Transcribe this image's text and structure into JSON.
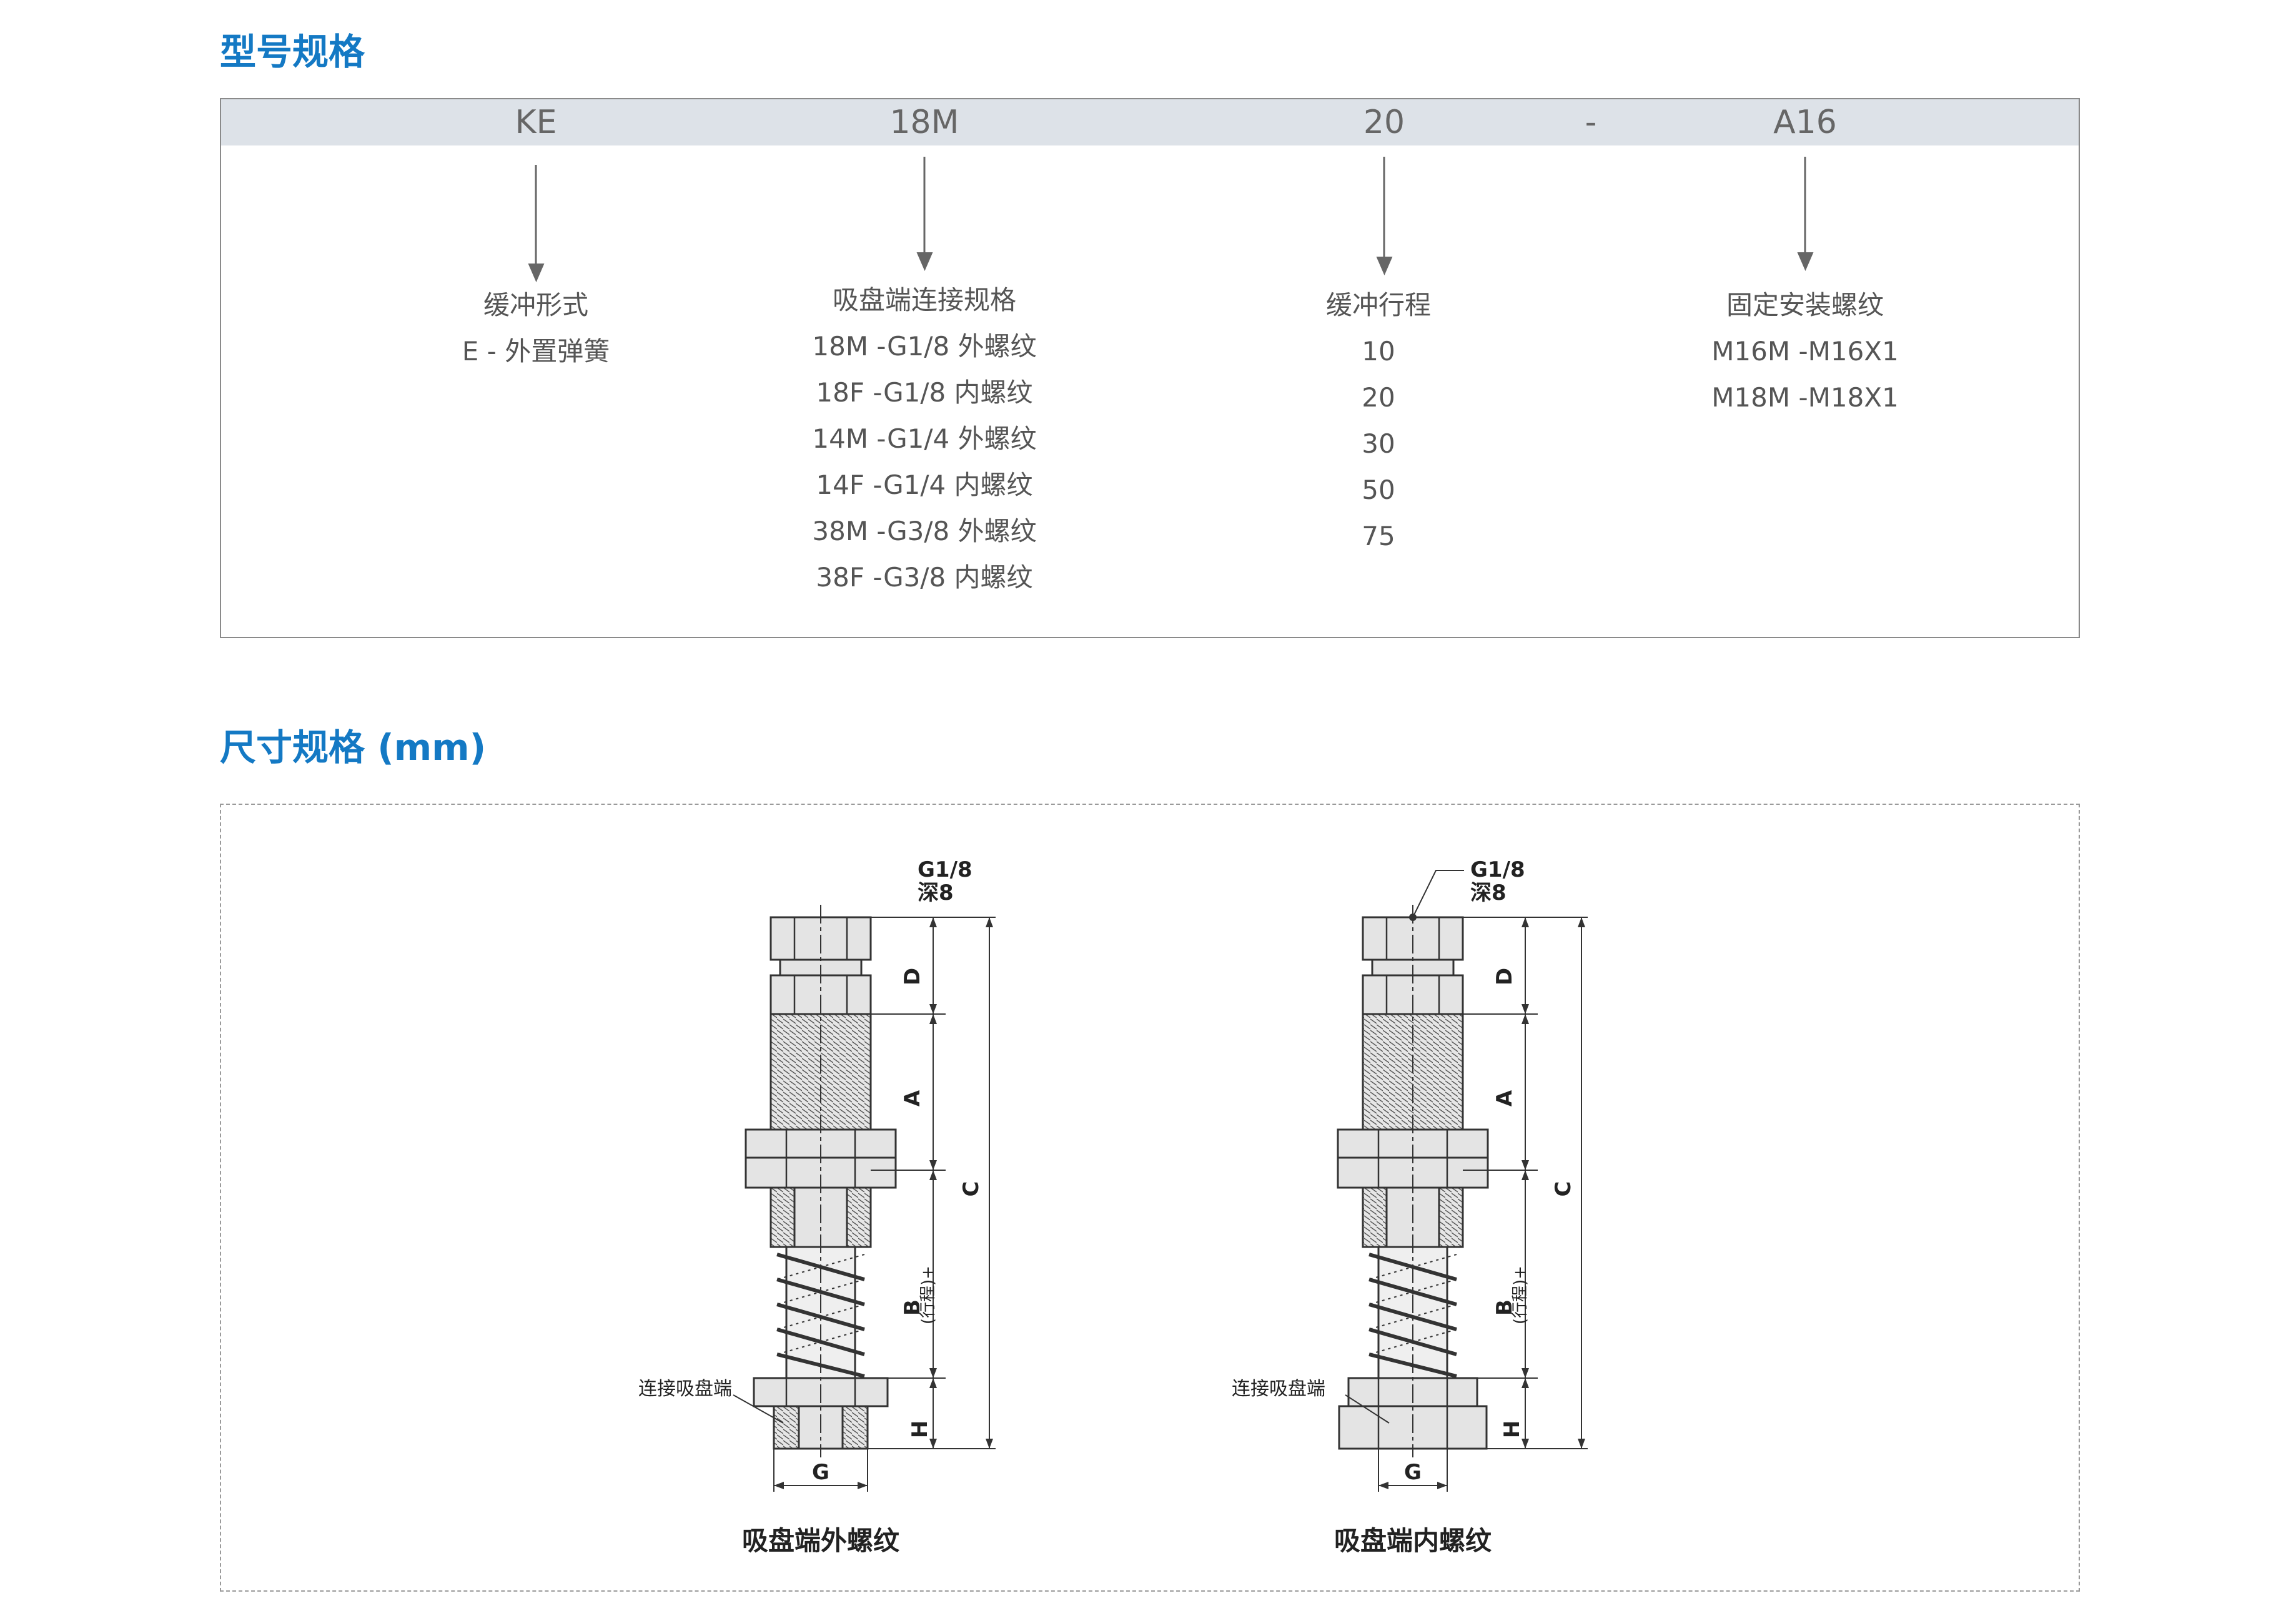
{
  "sections": {
    "model_title": "型号规格",
    "dimension_title": "尺寸规格 (mm)"
  },
  "model_code": {
    "parts": [
      "KE",
      "18M",
      "20",
      "-",
      "A16"
    ]
  },
  "columns": {
    "buffer_type": {
      "title": "缓冲形式",
      "items": [
        "E - 外置弹簧"
      ]
    },
    "connection": {
      "title": "吸盘端连接规格",
      "items": [
        "18M -G1/8 外螺纹",
        "18F -G1/8 内螺纹",
        "14M -G1/4 外螺纹",
        "14F -G1/4 内螺纹",
        "38M -G3/8 外螺纹",
        "38F -G3/8 内螺纹"
      ]
    },
    "stroke": {
      "title": "缓冲行程",
      "items": [
        "10",
        "20",
        "30",
        "50",
        "75"
      ]
    },
    "thread": {
      "title": "固定安装螺纹",
      "items": [
        "M16M -M16X1",
        "M18M -M18X1"
      ]
    }
  },
  "drawings": {
    "left": {
      "caption": "吸盘端外螺纹",
      "port_label_1": "G1/8",
      "port_label_2": "深8",
      "connect_label": "连接吸盘端",
      "dims": {
        "D": "D",
        "A": "A",
        "C": "C",
        "B": "B",
        "B_note": "(行程)+",
        "H": "H",
        "G": "G"
      }
    },
    "right": {
      "caption": "吸盘端内螺纹",
      "port_label_1": "G1/8",
      "port_label_2": "深8",
      "connect_label": "连接吸盘端",
      "dims": {
        "D": "D",
        "A": "A",
        "C": "C",
        "B": "B",
        "B_note": "(行程)+",
        "H": "H",
        "G": "G"
      }
    }
  },
  "colors": {
    "title": "#1479c4",
    "header_bg": "#dde2e8",
    "border": "#8a8a8a",
    "part_fill": "#e4e4e4"
  }
}
